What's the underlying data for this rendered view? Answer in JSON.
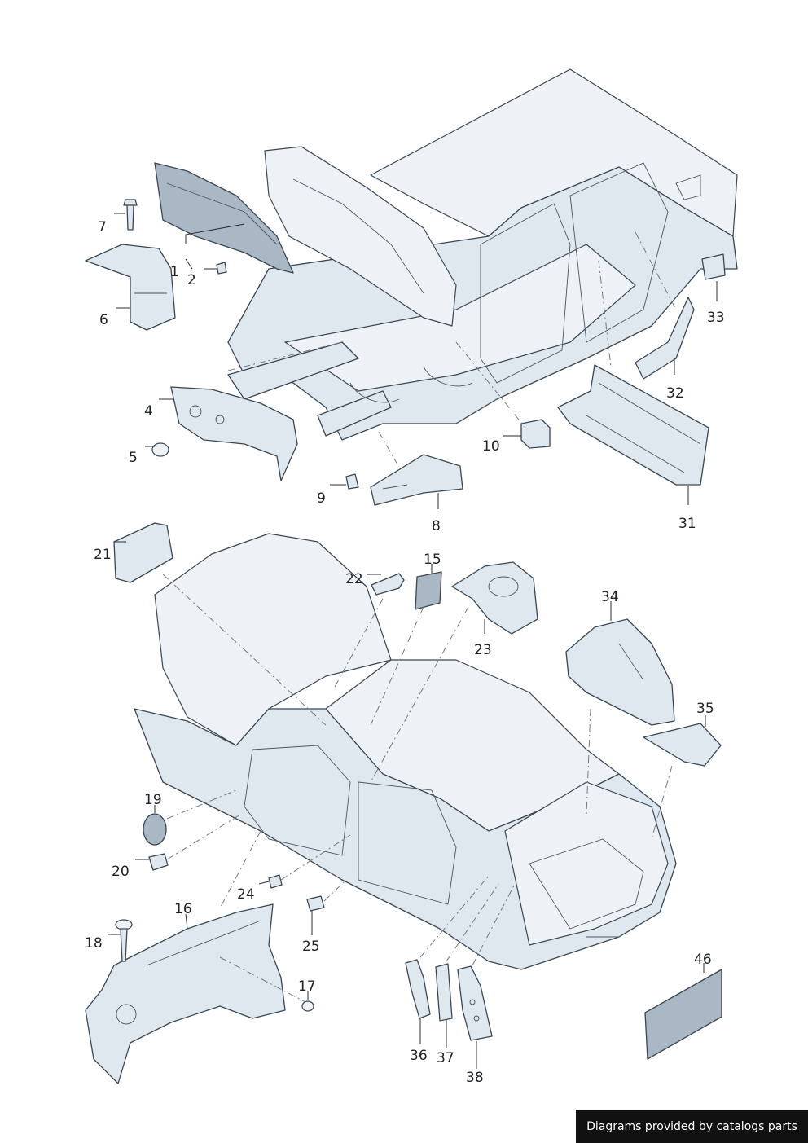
{
  "footer": {
    "caption": "Diagrams provided by catalogs parts"
  },
  "callouts": {
    "c1": "1",
    "c2": "2",
    "c4": "4",
    "c5": "5",
    "c6": "6",
    "c7": "7",
    "c8": "8",
    "c9": "9",
    "c10": "10",
    "c15": "15",
    "c16": "16",
    "c17": "17",
    "c18": "18",
    "c19": "19",
    "c20": "20",
    "c21": "21",
    "c22": "22",
    "c23": "23",
    "c24": "24",
    "c25": "25",
    "c31": "31",
    "c32": "32",
    "c33": "33",
    "c34": "34",
    "c35": "35",
    "c36": "36",
    "c37": "37",
    "c38": "38",
    "c46": "46"
  }
}
